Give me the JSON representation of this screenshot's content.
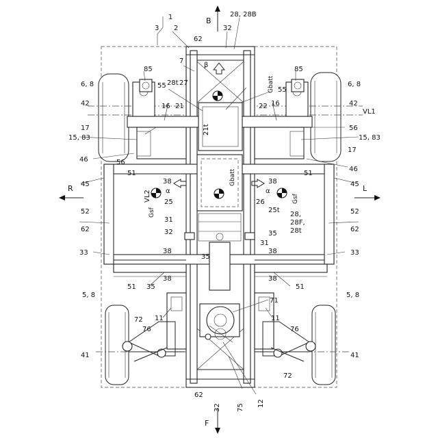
{
  "directions": {
    "back": "B",
    "front": "F",
    "right": "R",
    "left": "L"
  },
  "labels": {
    "top_brace": "1",
    "n3": "3",
    "n2": "2",
    "n32_top": "32",
    "n28_28B": "28, 28B",
    "n62_top": "62",
    "n7": "7",
    "beta": "β",
    "n85_l": "85",
    "n85_r": "85",
    "n6_8_l": "6, 8",
    "n6_8_r": "6, 8",
    "n55_l": "55",
    "n28t": "28t",
    "n27": "27",
    "gbatt_top": "Gbatt",
    "n55_r": "55",
    "n42_l": "42",
    "n16_l": "16",
    "n21": "21",
    "n22": "22",
    "n16_r": "16",
    "n42_r": "42",
    "vl1": "VL1",
    "n17_l": "17",
    "n21t": "21t",
    "n56_r": "56",
    "n15_83_l": "15, 83",
    "n15_83_r": "15, 83",
    "n17_r": "17",
    "n46_l": "46",
    "n56_l": "56",
    "n46_r": "46",
    "n45_l": "45",
    "n45_r": "45",
    "n51_l": "51",
    "n51_r": "51",
    "vl2": "VL2",
    "n38_a": "38",
    "n38_b": "38",
    "alpha_l": "α",
    "alpha_r": "α",
    "gbatt_mid": "Gbatt",
    "gsf_l": "Gsf",
    "gsf_r": "Gsf",
    "n25": "25",
    "n26": "26",
    "n25t": "25t",
    "n52_l": "52",
    "n52_r": "52",
    "n31_l": "31",
    "n28_28F": "28,",
    "n28F": "28F,",
    "n28t_b": "28t",
    "n62_l": "62",
    "n62_r": "62",
    "n32_mid": "32",
    "n35_a": "35",
    "n31_r": "31",
    "n33_l": "33",
    "n33_r": "33",
    "n38_c": "38",
    "n38_d": "38",
    "n35_b": "35",
    "n38_e": "38",
    "n38_f": "38",
    "n51_bl": "51",
    "n35_c": "35",
    "n51_br": "51",
    "n5_8_l": "5, 8",
    "n5_8_r": "5, 8",
    "n71": "71",
    "n11_l": "11",
    "n11_r": "11",
    "n72_l": "72",
    "n76_l": "76",
    "n76_r": "76",
    "n41_l": "41",
    "n41_r": "41",
    "n72_r": "72",
    "n62_bot": "62",
    "n32_bot": "32",
    "n75": "75",
    "n12": "12"
  }
}
